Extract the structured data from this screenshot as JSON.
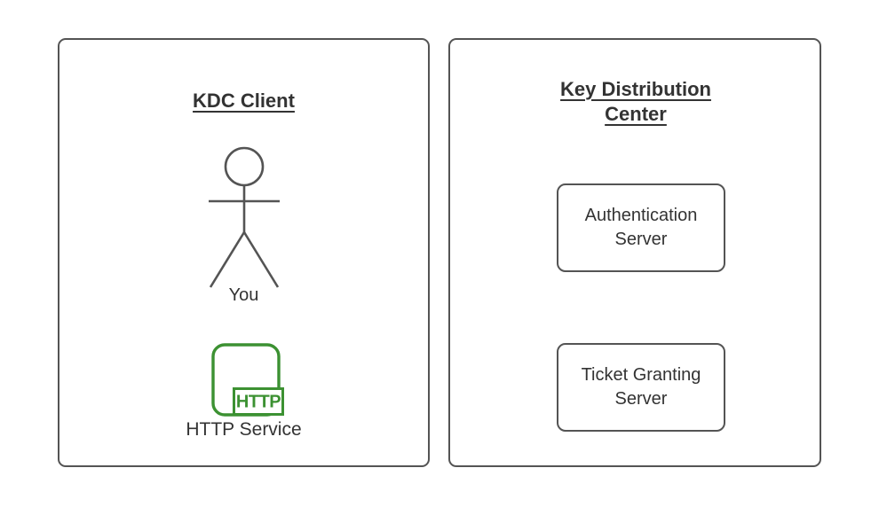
{
  "colors": {
    "canvas_bg": "#ffffff",
    "panel_stroke": "#545454",
    "text": "#333333",
    "service_green": "#3c9132"
  },
  "client_panel": {
    "title": "KDC Client",
    "actor_label": "You",
    "service_label": "HTTP Service",
    "service_badge": "HTTP"
  },
  "kdc_panel": {
    "title": "Key Distribution Center",
    "nodes": [
      {
        "label": "Authentication Server"
      },
      {
        "label": "Ticket Granting Server"
      }
    ]
  }
}
